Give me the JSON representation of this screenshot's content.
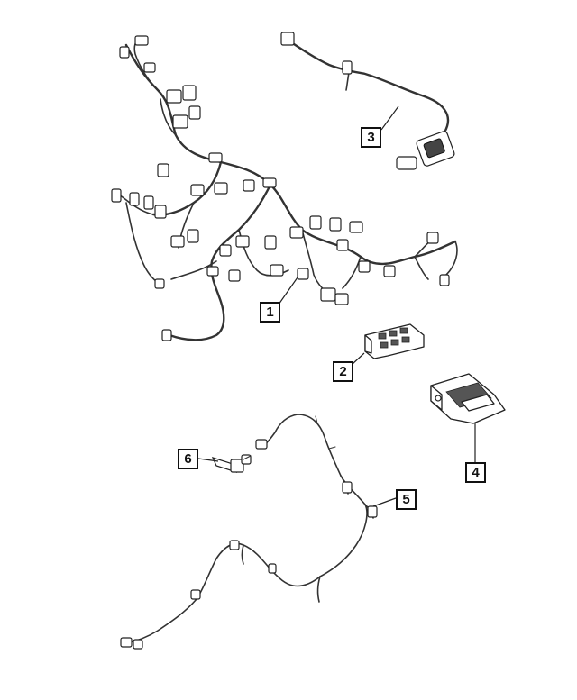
{
  "callouts": {
    "c1": "1",
    "c2": "2",
    "c3": "3",
    "c4": "4",
    "c5": "5",
    "c6": "6"
  },
  "colors": {
    "line": "#333333",
    "background": "#ffffff"
  }
}
